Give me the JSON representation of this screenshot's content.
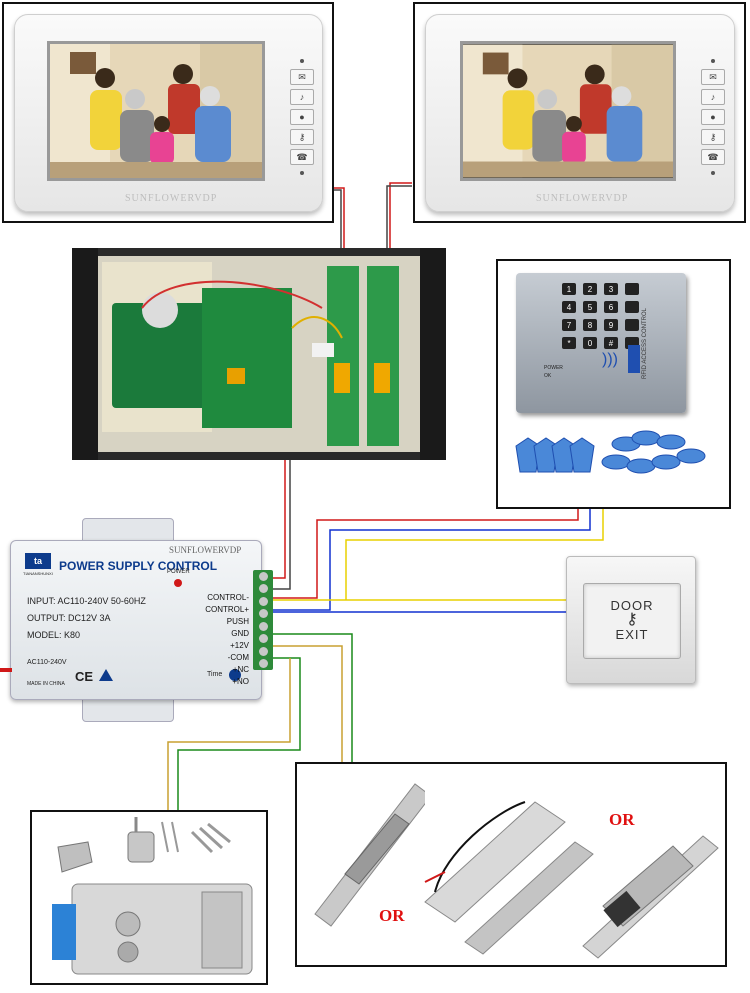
{
  "monitors": [
    {
      "brand": "SUNFLOWERVDP"
    },
    {
      "brand": "SUNFLOWERVDP"
    }
  ],
  "power_supply": {
    "logo_text": "TIANANSHUNXI",
    "title": "POWER SUPPLY CONTROL",
    "brand": "SUNFLOWERVDP",
    "power_label": "POWER",
    "input": "INPUT: AC110-240V 50-60HZ",
    "output": "OUTPUT: DC12V 3A",
    "model": "MODEL: K80",
    "ac_label": "AC110-240V",
    "ce_label": "CE",
    "made_in": "MADE IN CHINA",
    "time_label": "Time",
    "terminals": [
      "CONTROL-",
      "CONTROL+",
      "PUSH",
      "GND",
      "+12V",
      "-COM",
      "+NC",
      "+NO"
    ]
  },
  "keypad": {
    "keys": [
      "1",
      "2",
      "3",
      "4",
      "5",
      "6",
      "7",
      "8",
      "9",
      "*",
      "0",
      "#"
    ],
    "side_text": "RFID ACCESS CONTROL",
    "power_led": "POWER",
    "ok_led": "OK"
  },
  "exit_button": {
    "line1": "DOOR",
    "line2": "EXIT"
  },
  "locks": {
    "or_label_1": "OR",
    "or_label_2": "OR"
  },
  "colors": {
    "red_wire": "#d01818",
    "blue_wire": "#1030d0",
    "yellow_wire": "#e8d000",
    "green_wire": "#1a8a1a",
    "olive_wire": "#c8a030"
  }
}
